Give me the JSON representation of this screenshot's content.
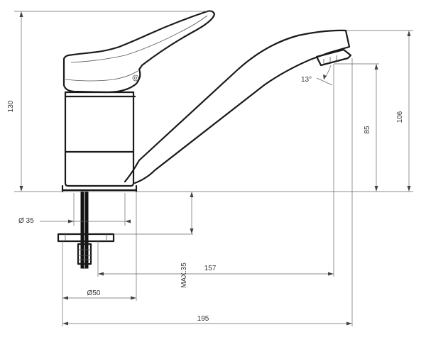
{
  "dimensions": {
    "total_height": "130",
    "spout_outlet_height": "106",
    "spout_height": "85",
    "spout_angle": "13°",
    "hole_diameter": "Ø 35",
    "max_thickness": "MAX.35",
    "spout_reach": "157",
    "base_diameter": "Ø50",
    "total_length": "195"
  }
}
